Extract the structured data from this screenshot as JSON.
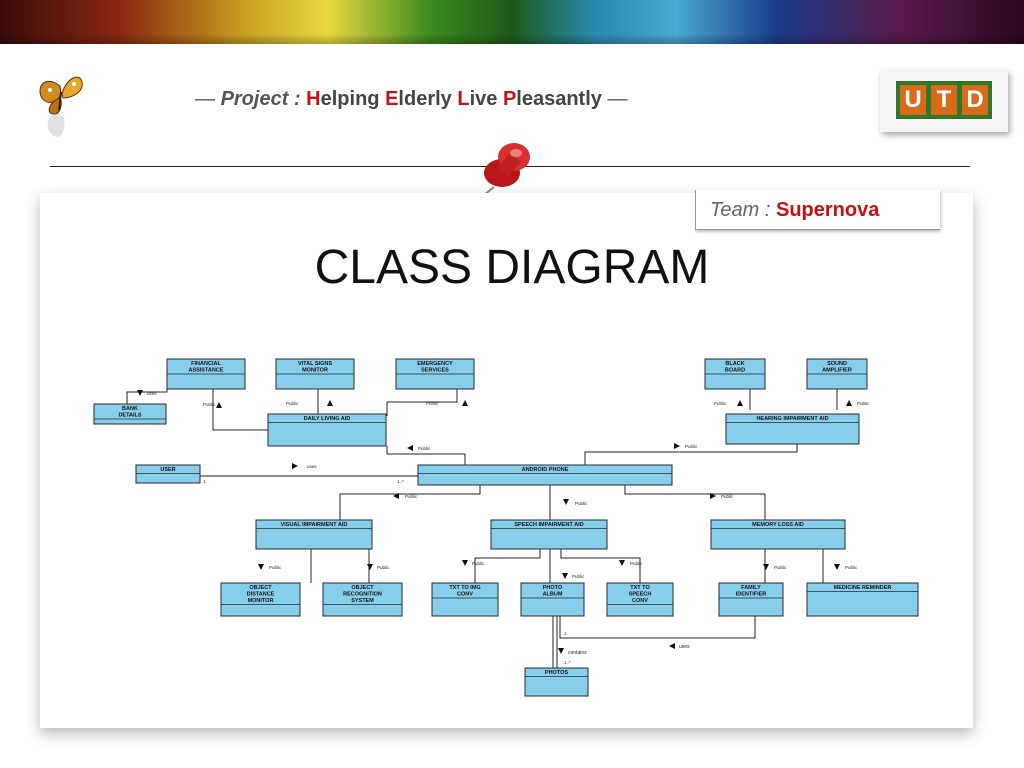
{
  "header": {
    "project_label": "Project",
    "colon": ":",
    "dash_left": "—",
    "dash_right": "—",
    "project_words": [
      {
        "first": "H",
        "rest": "elping"
      },
      {
        "first": "E",
        "rest": "lderly"
      },
      {
        "first": "L",
        "rest": "ive"
      },
      {
        "first": "P",
        "rest": "leasantly"
      }
    ],
    "logo_letters": [
      "U",
      "T",
      "D"
    ]
  },
  "team": {
    "label": "Team",
    "colon": ":",
    "name": "Supernova"
  },
  "title": "CLASS DIAGRAM",
  "colors": {
    "class_fill": "#87cdec",
    "class_stroke": "#2a2a2a",
    "accent_red": "#c81010",
    "utd_green": "#2f7a28",
    "utd_orange": "#d86a1a"
  },
  "diagram": {
    "classes": {
      "financial": [
        "FINANCIAL",
        "ASSISTANCE"
      ],
      "vital": [
        "VITAL SIGNS",
        "MONITOR"
      ],
      "emergency": [
        "EMERGENCY",
        "SERVICES"
      ],
      "bank": [
        "BANK",
        "DETAILS"
      ],
      "daily": [
        "DAILY LIVING AID"
      ],
      "black": [
        "BLACK",
        "BOARD"
      ],
      "sound": [
        "SOUND",
        "AMPLIFIER"
      ],
      "hearing": [
        "HEARING IMPAIRMENT AID"
      ],
      "user": [
        "USER"
      ],
      "android": [
        "ANDROID PHONE"
      ],
      "visual": [
        "VISUAL IMPAIRMENT AID"
      ],
      "speech": [
        "SPEECH IMPAIRMENT AID"
      ],
      "memory": [
        "MEMORY LOSS AID"
      ],
      "objdist": [
        "OBJECT",
        "DISTANCE",
        "MONITOR"
      ],
      "objrec": [
        "OBJECT",
        "RECOGNITION",
        "SYSTEM"
      ],
      "txtimg": [
        "TXT TO IMG",
        "CONV"
      ],
      "photo": [
        "PHOTO",
        "ALBUM"
      ],
      "txtspeech": [
        "TXT TO",
        "SPEECH",
        "CONV"
      ],
      "family": [
        "FAMILY",
        "IDENTIFIER"
      ],
      "medicine": [
        "MEDICINE REMINDER"
      ],
      "photos": [
        "PHOTOS"
      ]
    },
    "labels": {
      "rel_small": "Public",
      "uses": "uses",
      "contains": "contains",
      "mult_one": "1",
      "mult_many": "1..*"
    }
  }
}
